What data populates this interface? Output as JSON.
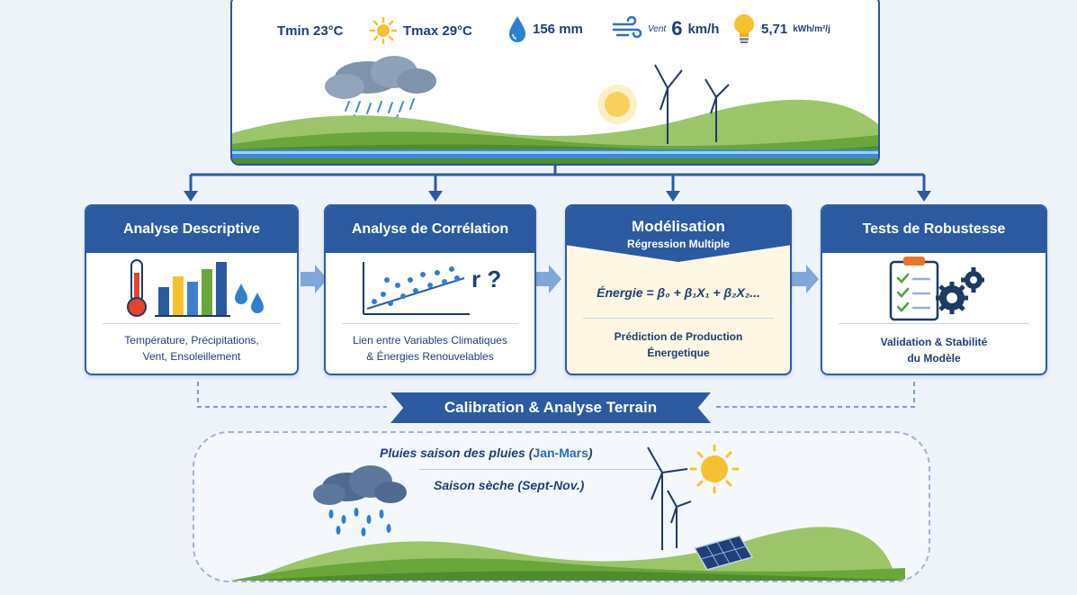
{
  "top_panel": {
    "tmin": "Tmin 23°C",
    "tmax": "Tmax 29°C",
    "rain": "156 mm",
    "wind_prefix": "Vent",
    "wind_value": "6",
    "wind_unit": "km/h",
    "sun_value": "5,71",
    "sun_unit": "kWh/m²/j"
  },
  "cards": {
    "descriptive": {
      "title": "Analyse Descriptive",
      "caption_line1": "Température, Précipitations,",
      "caption_line2": "Vent, Ensoleillement"
    },
    "correlation": {
      "title": "Analyse de Corrélation",
      "symbol": "r ?",
      "caption_line1": "Lien entre Variables Climatiques",
      "caption_line2": "& Énergies Renouvelables"
    },
    "modeling": {
      "title": "Modélisation",
      "subtitle": "Régression Multiple",
      "formula": "Énergie = β₀ + β₁X₁ + β₂X₂...",
      "caption_line1": "Prédiction de Production",
      "caption_line2": "Énergetique"
    },
    "robustness": {
      "title": "Tests de Robustesse",
      "caption_line1": "Validation & Stabilité",
      "caption_line2": "du Modèle"
    }
  },
  "calibration": {
    "label": "Calibration & Analyse Terrain",
    "rainy_text": "Pluies saison des pluies (",
    "rainy_months": "Jan-Mars",
    "rainy_close": ")",
    "dry_text": "Saison sèche (Sept-Nov.)"
  },
  "colors": {
    "primary_blue": "#2c5aa0",
    "dark_text": "#1f3f73",
    "sun_yellow": "#f6c12f",
    "grass_green": "#6aa63a",
    "water_blue": "#3b8ad8",
    "background": "#eef3f9",
    "model_card_bg": "#fdf7e3"
  },
  "icons": [
    "thermometer-icon",
    "bar-chart-icon",
    "water-drop-icon",
    "scatter-plot-icon",
    "clipboard-icon",
    "gears-icon",
    "sun-icon",
    "cloud-rain-icon",
    "wind-icon",
    "bulb-icon",
    "wind-turbine-icon",
    "solar-panel-icon"
  ]
}
